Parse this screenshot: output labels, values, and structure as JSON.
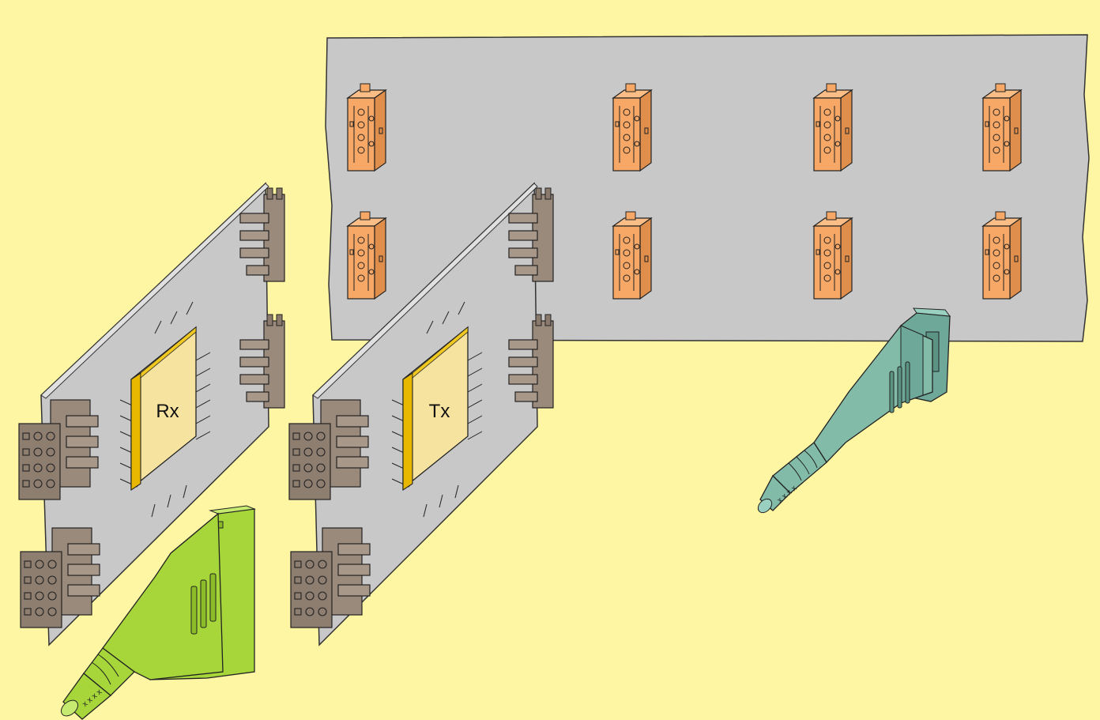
{
  "diagram": {
    "background_color": "#fff6a3",
    "backplane": {
      "color": "#c8c8c8",
      "connector_color": "#f7a866",
      "connector_rows": 2,
      "connector_cols": 4
    },
    "boards": [
      {
        "chip_label": "Rx",
        "board_color": "#c8c8c8",
        "chip_color": "#f7e3a0",
        "chip_edge_color": "#e8b800",
        "connector_color": "#9a8a7c"
      },
      {
        "chip_label": "Tx",
        "board_color": "#c8c8c8",
        "chip_color": "#f7e3a0",
        "chip_edge_color": "#e8b800",
        "connector_color": "#9a8a7c"
      }
    ],
    "plugs": [
      {
        "color": "#a6d63a",
        "cable_marking": "x x x x",
        "icon": "fiber-plug-icon"
      },
      {
        "color": "#82bca8",
        "cable_marking": "x x x x",
        "icon": "fiber-plug-icon"
      }
    ]
  }
}
